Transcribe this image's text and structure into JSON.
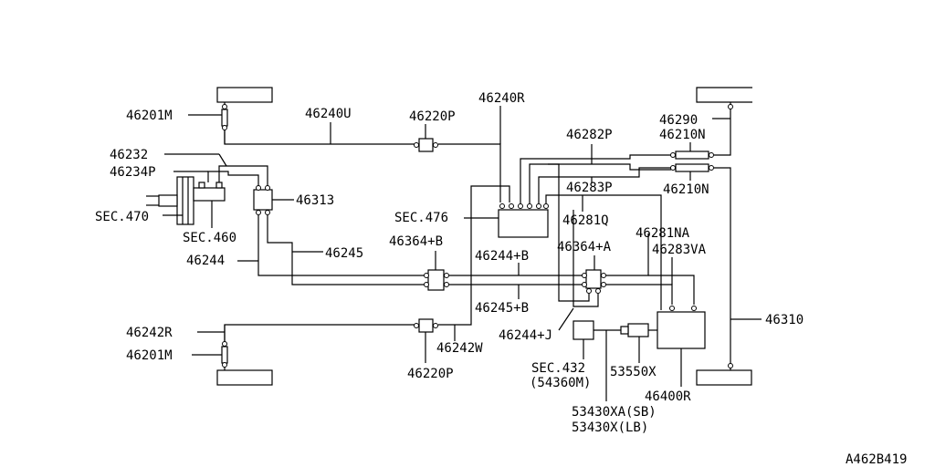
{
  "diagram": {
    "part_labels": {
      "p46201M_top": "46201M",
      "p46240U": "46240U",
      "p46220P_top": "46220P",
      "p46240R": "46240R",
      "p46290": "46290",
      "p46210N_top": "46210N",
      "p46282P": "46282P",
      "p46232": "46232",
      "p46234P": "46234P",
      "p46313": "46313",
      "sec470": "SEC.470",
      "sec460": "SEC.460",
      "sec476": "SEC.476",
      "p46283P": "46283P",
      "p46210N_bot": "46210N",
      "p46281Q": "46281Q",
      "p46364B": "46364+B",
      "p46245": "46245",
      "p46244": "46244",
      "p46244B": "46244+B",
      "p46364A": "46364+A",
      "p46281NA": "46281NA",
      "p46283VA": "46283VA",
      "p46245B": "46245+B",
      "p46310": "46310",
      "p46242R": "46242R",
      "p46201M_bot": "46201M",
      "p46244J": "46244+J",
      "p46242W": "46242W",
      "p46220P_bot": "46220P",
      "sec432": "SEC.432",
      "p54360M": "(54360M)",
      "p53550X": "53550X",
      "p46400R": "46400R",
      "p53430XA": "53430XA(SB)",
      "p53430X": "53430X(LB)"
    },
    "figure_id": "A462B419"
  }
}
